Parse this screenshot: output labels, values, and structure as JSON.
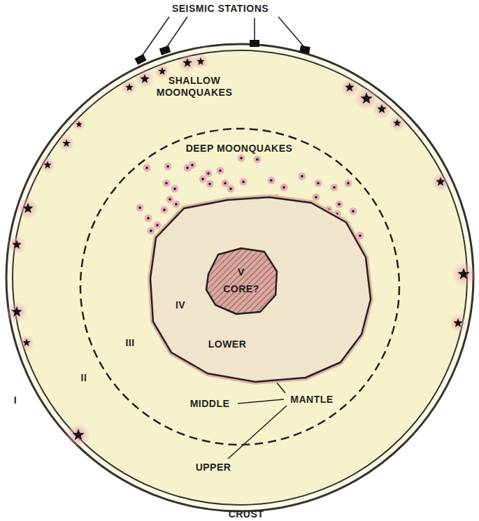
{
  "diagram": {
    "nodes": [
      {
        "text": [
          "SHALLOW MOONQUAKES",
          "II",
          "UPPER"
        ]
      },
      {
        "text": [
          "DEEP MOONQUAKES",
          "III",
          "MIDDLE",
          "MANTLE"
        ],
        "in": 0
      },
      {
        "text": [
          "IV",
          "LOWER"
        ],
        "in": 1
      },
      {
        "text": [
          "V",
          "CORE?"
        ],
        "in": 2
      }
    ],
    "edges": [],
    "labels": [
      "SEISMIC STATIONS",
      "I",
      "CRUST"
    ]
  }
}
